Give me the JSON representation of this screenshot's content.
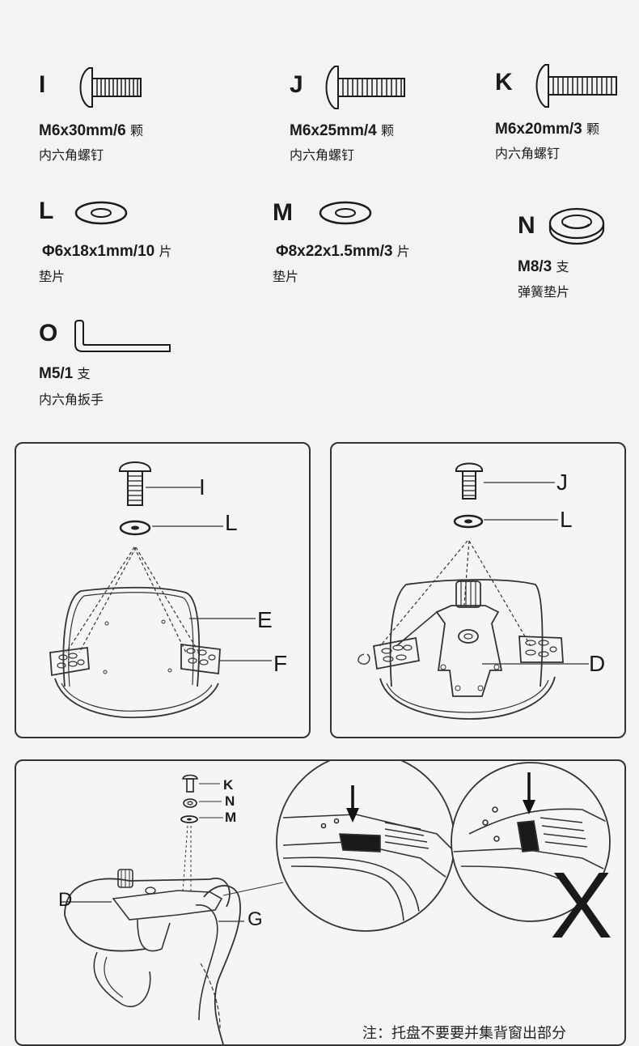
{
  "parts": [
    {
      "letter": "I",
      "spec_size": "M6x30mm/6",
      "spec_unit": "颗",
      "name": "内六角螺钉",
      "icon": "bolt-icon"
    },
    {
      "letter": "J",
      "spec_size": "M6x25mm/4",
      "spec_unit": "颗",
      "name": "内六角螺钉",
      "icon": "bolt-icon"
    },
    {
      "letter": "K",
      "spec_size": "M6x20mm/3",
      "spec_unit": "颗",
      "name": "内六角螺钉",
      "icon": "bolt-icon"
    },
    {
      "letter": "L",
      "spec_size": "Φ6x18x1mm/10",
      "spec_unit": "片",
      "name": "垫片",
      "icon": "washer-icon"
    },
    {
      "letter": "M",
      "spec_size": "Φ8x22x1.5mm/3",
      "spec_unit": "片",
      "name": "垫片",
      "icon": "washer-icon"
    },
    {
      "letter": "N",
      "spec_size": "M8/3",
      "spec_unit": "支",
      "name": "弹簧垫片",
      "icon": "spring-washer-icon"
    },
    {
      "letter": "O",
      "spec_size": "M5/1",
      "spec_unit": "支",
      "name": "内六角扳手",
      "icon": "allen-key-icon"
    }
  ],
  "step1": {
    "callouts": [
      "I",
      "L",
      "E",
      "F"
    ]
  },
  "step2": {
    "callouts": [
      "J",
      "L",
      "D"
    ]
  },
  "step3": {
    "callouts": [
      "K",
      "N",
      "M",
      "D",
      "G"
    ],
    "wrong_mark": "X",
    "note": "注：托盘不要要并集背窗出部分"
  }
}
